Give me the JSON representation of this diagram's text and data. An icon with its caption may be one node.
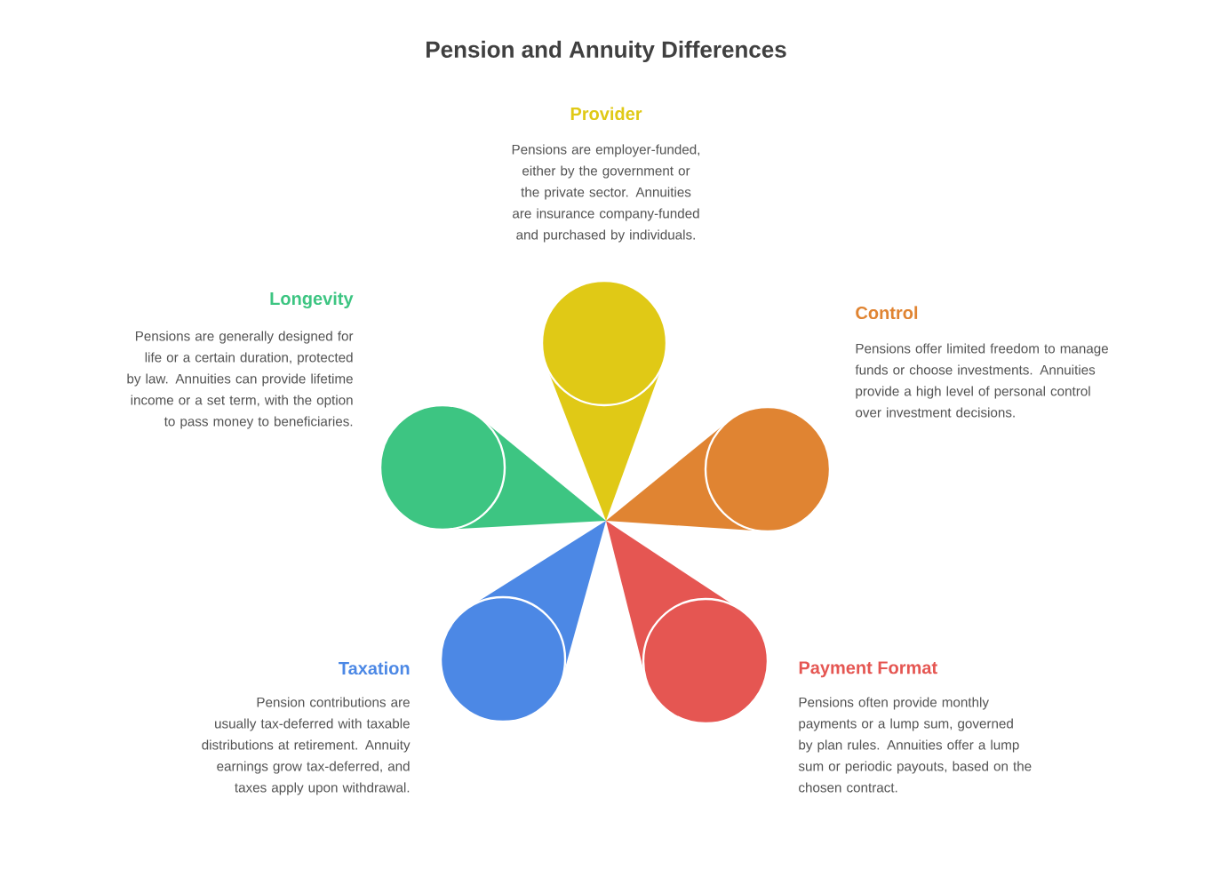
{
  "diagram": {
    "title": "Pension and Annuity Differences",
    "nodes": [
      {
        "text": [
          "Provider",
          "Pensions are employer-funded, either by the government or the private sector. Annuities are insurance company-funded and purchased by individuals."
        ]
      },
      {
        "text": [
          "Control",
          "Pensions offer limited freedom to manage funds or choose investments. Annuities provide a high level of personal control over investment decisions."
        ]
      },
      {
        "text": [
          "Payment Format",
          "Pensions often provide monthly payments or a lump sum, governed by plan rules. Annuities offer a lump sum or periodic payouts, based on the chosen contract."
        ]
      },
      {
        "text": [
          "Taxation",
          "Pension contributions are usually tax-deferred with taxable distributions at retirement. Annuity earnings grow tax-deferred, and taxes apply upon withdrawal."
        ]
      },
      {
        "text": [
          "Longevity",
          "Pensions are generally designed for life or a certain duration, protected by law. Annuities can provide lifetime income or a set term, with the option to pass money to beneficiaries."
        ]
      }
    ]
  }
}
